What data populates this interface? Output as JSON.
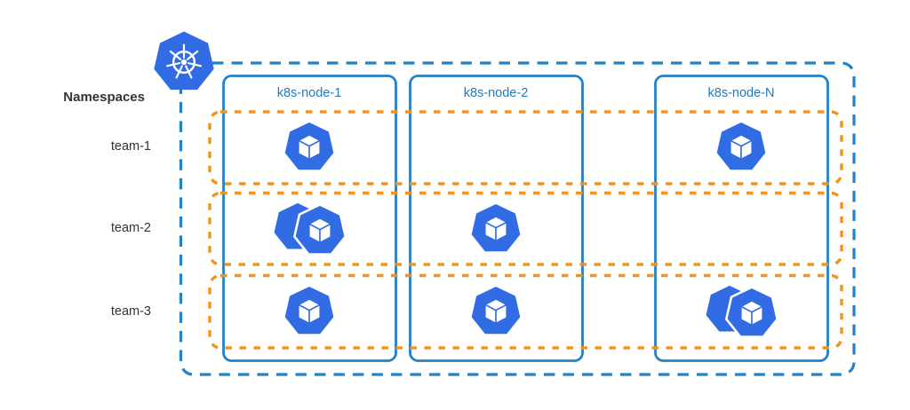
{
  "diagram": {
    "legend_label": "Namespaces",
    "cluster_icon": "kubernetes-logo",
    "colors": {
      "kubernetes_blue": "#326CE5",
      "border_blue": "#2381C5",
      "namespace_orange": "#F5921B",
      "text_dark": "#333333",
      "node_label_blue": "#1E7AC0"
    },
    "nodes": [
      {
        "id": "node-1",
        "label": "k8s-node-1"
      },
      {
        "id": "node-2",
        "label": "k8s-node-2"
      },
      {
        "id": "node-N",
        "label": "k8s-node-N"
      }
    ],
    "namespaces": [
      {
        "label": "team-1",
        "pods": {
          "node-1": 1,
          "node-2": 0,
          "node-N": 1
        }
      },
      {
        "label": "team-2",
        "pods": {
          "node-1": 2,
          "node-2": 1,
          "node-N": 0
        }
      },
      {
        "label": "team-3",
        "pods": {
          "node-1": 1,
          "node-2": 1,
          "node-N": 2
        }
      }
    ]
  }
}
